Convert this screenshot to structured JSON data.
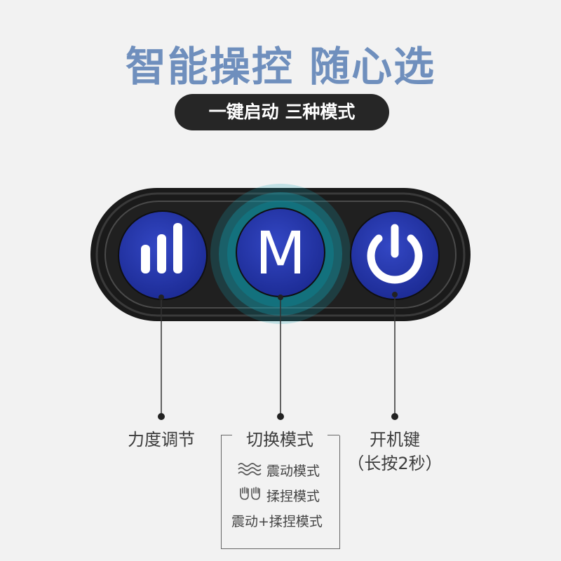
{
  "headline": "智能操控 随心选",
  "subtitle": "一键启动 三种模式",
  "buttons": {
    "left": {
      "icon": "signal-bars-icon",
      "color": "#2233a8"
    },
    "middle": {
      "letter": "M",
      "color": "#2233a8"
    },
    "right": {
      "icon": "power-icon",
      "color": "#2233a8"
    }
  },
  "labels": {
    "strength": "力度调节",
    "mode_switch": "切换模式",
    "power": "开机键",
    "power_hint": "（长按2秒）"
  },
  "modes": [
    {
      "icon": "wave-icon",
      "text": "震动模式"
    },
    {
      "icon": "hands-icon",
      "text": "揉捏模式"
    },
    {
      "icon": "",
      "text": "震动+揉捏模式"
    }
  ],
  "colors": {
    "headline": "#6f8fbd",
    "pill_bg": "#262626",
    "button_blue": "#2233a8",
    "glow": "#15a3b4",
    "device_body": "#1e1e1e"
  }
}
